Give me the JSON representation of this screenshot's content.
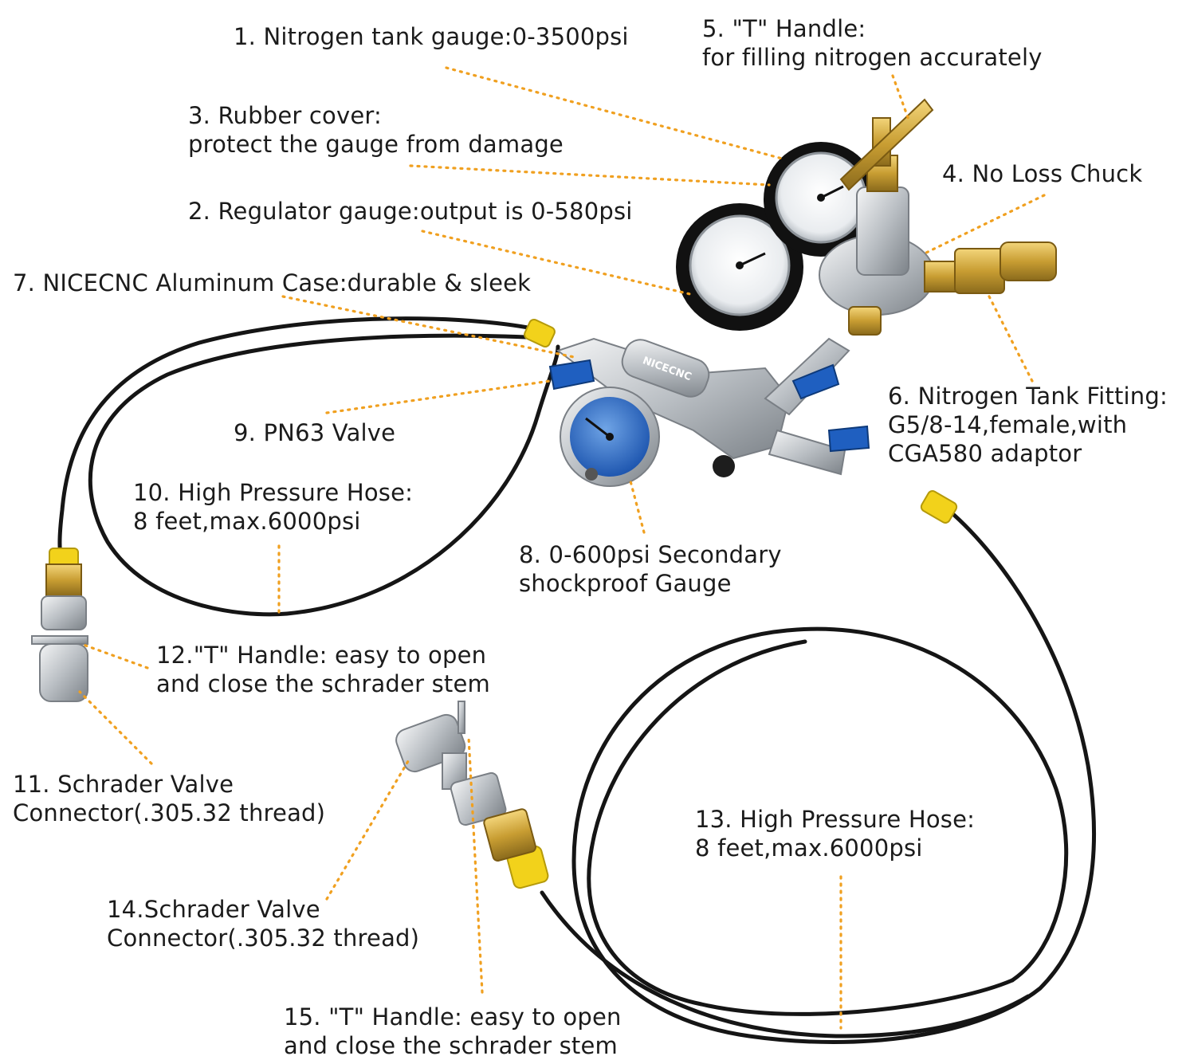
{
  "brand": "NICECNC",
  "callouts": [
    {
      "id": "1",
      "lines": [
        "1. Nitrogen tank gauge:0-3500psi"
      ]
    },
    {
      "id": "2",
      "lines": [
        "2. Regulator gauge:output is 0-580psi"
      ]
    },
    {
      "id": "3",
      "lines": [
        "3. Rubber cover:",
        "protect the gauge from damage"
      ]
    },
    {
      "id": "4",
      "lines": [
        "4. No Loss Chuck"
      ]
    },
    {
      "id": "5",
      "lines": [
        "5. \"T\" Handle:",
        "for filling nitrogen accurately"
      ]
    },
    {
      "id": "6",
      "lines": [
        "6. Nitrogen Tank Fitting:",
        "G5/8-14,female,with",
        "CGA580 adaptor"
      ]
    },
    {
      "id": "7",
      "lines": [
        "7. NICECNC Aluminum Case:durable & sleek"
      ]
    },
    {
      "id": "8",
      "lines": [
        "8. 0-600psi Secondary",
        "shockproof Gauge"
      ]
    },
    {
      "id": "9",
      "lines": [
        "9. PN63 Valve"
      ]
    },
    {
      "id": "10",
      "lines": [
        "10. High Pressure Hose:",
        "8 feet,max.6000psi"
      ]
    },
    {
      "id": "11",
      "lines": [
        "11. Schrader Valve",
        "Connector(.305.32 thread)"
      ]
    },
    {
      "id": "12",
      "lines": [
        "12.\"T\" Handle: easy to open",
        "and close the schrader stem"
      ]
    },
    {
      "id": "13",
      "lines": [
        "13. High Pressure Hose:",
        "8 feet,max.6000psi"
      ]
    },
    {
      "id": "14",
      "lines": [
        "14.Schrader Valve",
        "Connector(.305.32 thread)"
      ]
    },
    {
      "id": "15",
      "lines": [
        "15. \"T\" Handle: easy to open",
        "and close the schrader stem"
      ]
    }
  ],
  "colors": {
    "leader": "#f0a020",
    "hose": "#151515",
    "fitting_yellow": "#f2d21b",
    "valve_blue": "#1f5fc0",
    "brass": "#c9a43a",
    "steel": "#c4c8cc",
    "rubber": "#111111",
    "gauge_blue": "#2a6bc6"
  }
}
